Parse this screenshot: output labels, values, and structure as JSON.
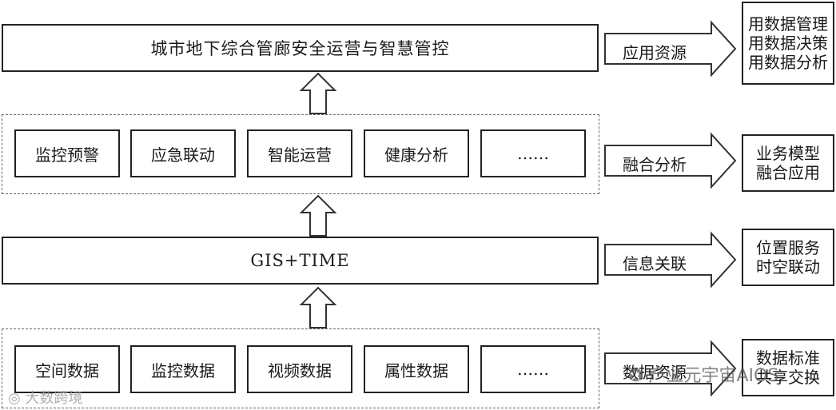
{
  "main": {
    "top_title": "城市地下综合管廊安全运营与智慧管控",
    "gis_title": "GIS+TIME",
    "apps": [
      "监控预警",
      "应急联动",
      "智能运营",
      "健康分析",
      "……"
    ],
    "data_sources": [
      "空间数据",
      "监控数据",
      "视频数据",
      "属性数据",
      "……"
    ]
  },
  "flows": [
    {
      "label": "应用资源",
      "result": "用数据管理\n用数据决策\n用数据分析"
    },
    {
      "label": "融合分析",
      "result": "业务模型\n融合应用"
    },
    {
      "label": "信息关联",
      "result": "位置服务\n时空联动"
    },
    {
      "label": "数据资源",
      "result": "数据标准\n共享交换"
    }
  ],
  "watermarks": {
    "left": "大数跨境",
    "right": "产业元宇宙AIOS"
  }
}
